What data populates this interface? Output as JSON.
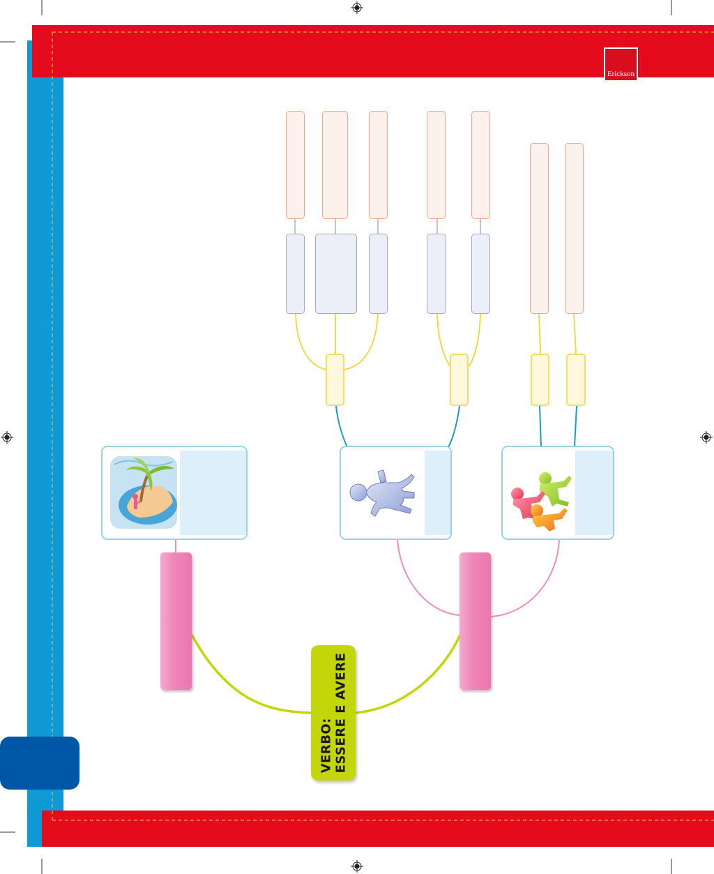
{
  "publisher": {
    "logo_text": "Erickson"
  },
  "colors": {
    "red_band": "#e30b1c",
    "blue_strip": "#0f9ad6",
    "dark_tab": "#0057a8",
    "root_node": "#c3d60a",
    "pink_node": "#ef87b9",
    "yellow_node": "#f6dd60",
    "lavender_node": "#9da7d6",
    "peach_node": "#f2a68d",
    "card_border": "#9ad3e8"
  },
  "diagram": {
    "root": {
      "line1": "VERBO:",
      "line2": "ESSERE E AVERE"
    },
    "cards": [
      {
        "icon": "island-palm-icon"
      },
      {
        "icon": "single-person-icon"
      },
      {
        "icon": "group-of-people-icon"
      }
    ]
  }
}
